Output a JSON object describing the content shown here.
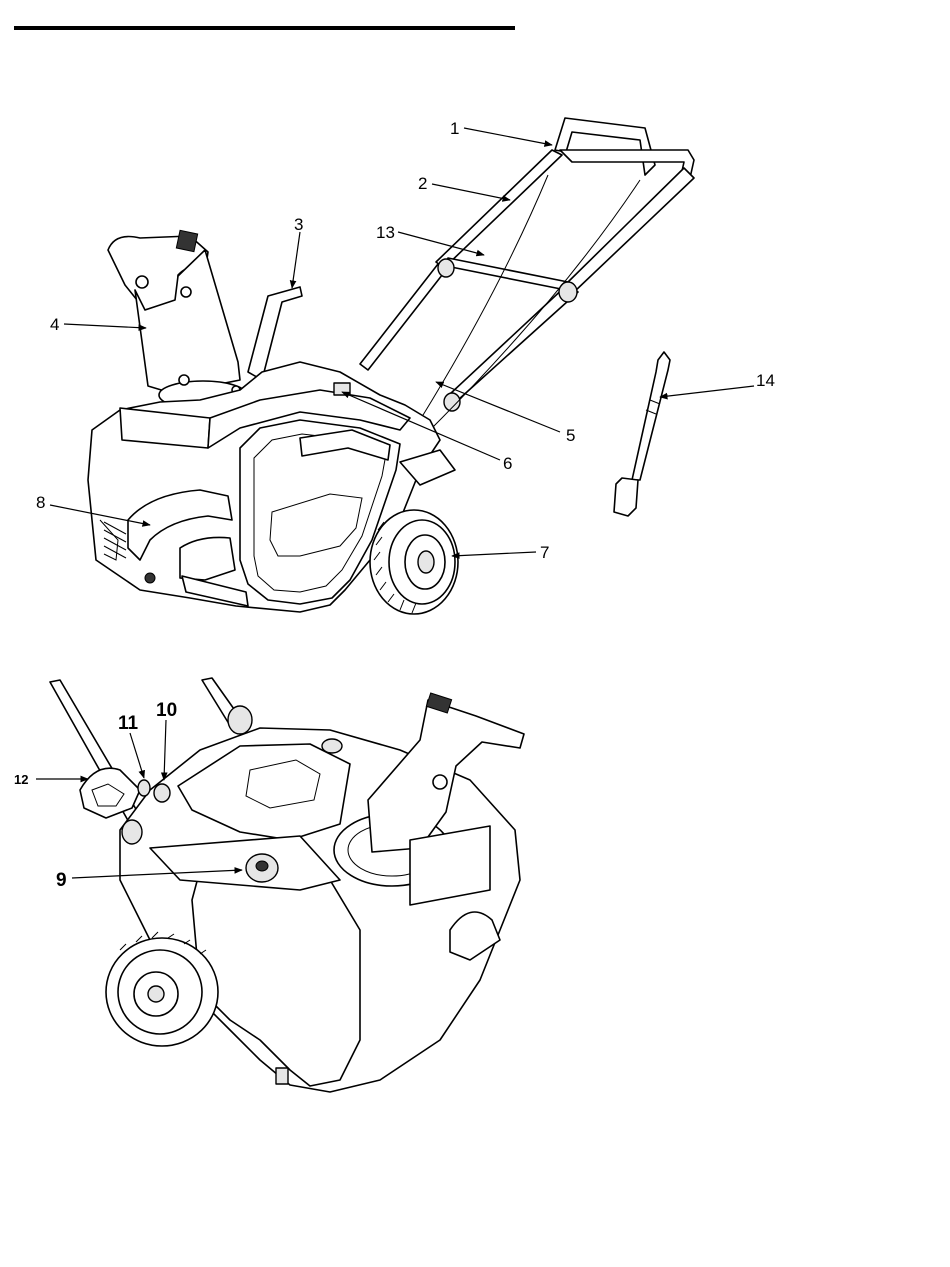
{
  "figure": {
    "top_callouts": [
      {
        "id": "c1",
        "text": "1"
      },
      {
        "id": "c2",
        "text": "2"
      },
      {
        "id": "c3",
        "text": "3"
      },
      {
        "id": "c4",
        "text": "4"
      },
      {
        "id": "c5",
        "text": "5"
      },
      {
        "id": "c6",
        "text": "6"
      },
      {
        "id": "c7",
        "text": "7"
      },
      {
        "id": "c8",
        "text": "8"
      },
      {
        "id": "c13",
        "text": "13"
      },
      {
        "id": "c14",
        "text": "14"
      }
    ],
    "bottom_callouts": [
      {
        "id": "c9",
        "text": "9"
      },
      {
        "id": "c10",
        "text": "10"
      },
      {
        "id": "c11",
        "text": "11"
      },
      {
        "id": "c12",
        "text": "12"
      }
    ]
  }
}
